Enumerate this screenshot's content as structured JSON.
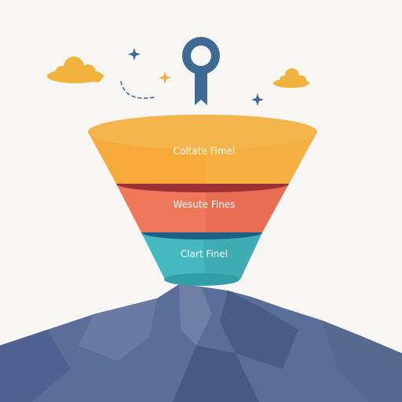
{
  "funnel": {
    "stages": [
      {
        "label": "Coltate Fimel",
        "color": "#f7a93a"
      },
      {
        "label": "Wesute Fines",
        "color": "#ef775b"
      },
      {
        "label": "Clart Finel",
        "color": "#45b8c0"
      }
    ]
  },
  "icons": {
    "top": "location-pin-ribbon-icon",
    "clouds": [
      "cloud-icon",
      "cloud-icon"
    ],
    "stars": [
      "sparkle-icon",
      "sparkle-icon",
      "sparkle-icon"
    ],
    "base": "mountain-icon"
  },
  "colors": {
    "background": "#f7f6f3",
    "pin": "#3e6a95",
    "cloud": "#f2b33e",
    "mountain": "#5b6e99"
  }
}
